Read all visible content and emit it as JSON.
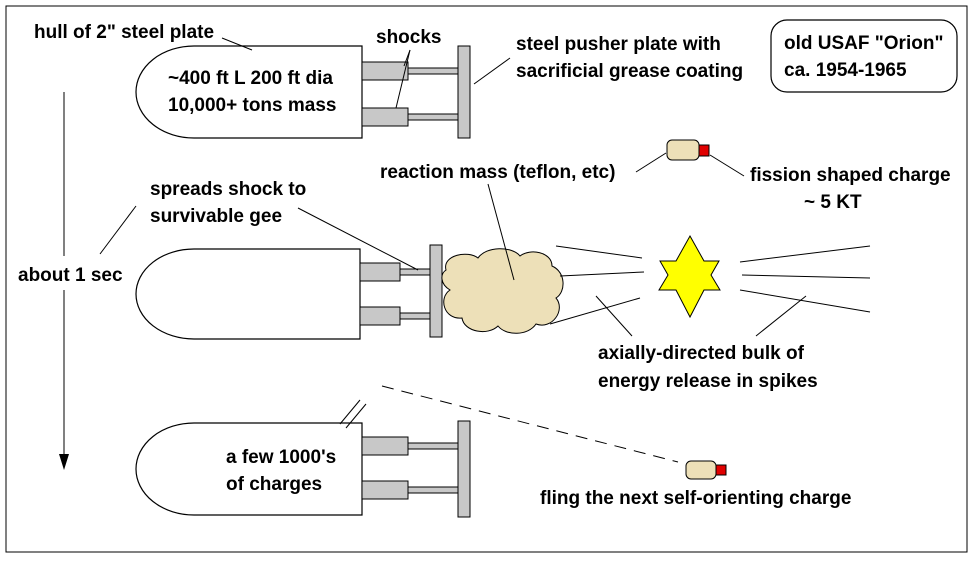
{
  "labels": {
    "hull": "hull of 2\" steel plate",
    "shocks": "shocks",
    "pusher_line1": "steel pusher plate with",
    "pusher_line2": "sacrificial grease coating",
    "title_line1": "old USAF \"Orion\"",
    "title_line2": "ca. 1954-1965",
    "dims_line1": "~400 ft L 200 ft dia",
    "dims_line2": "10,000+ tons mass",
    "reaction_mass": "reaction mass (teflon, etc)",
    "fission_line1": "fission shaped charge",
    "fission_line2": "~ 5 KT",
    "spreads_line1": "spreads shock to",
    "spreads_line2": "survivable gee",
    "time": "about 1 sec",
    "axial_line1": "axially-directed bulk of",
    "axial_line2": "energy release in spikes",
    "charges_line1": "a few 1000's",
    "charges_line2": "of charges",
    "fling": "fling the next self-orienting charge"
  },
  "colors": {
    "plate": "#c8c8c8",
    "cloud": "#ede0b8",
    "star": "#ffff00",
    "charge_body": "#ede0b8",
    "charge_tip": "#e00000"
  }
}
